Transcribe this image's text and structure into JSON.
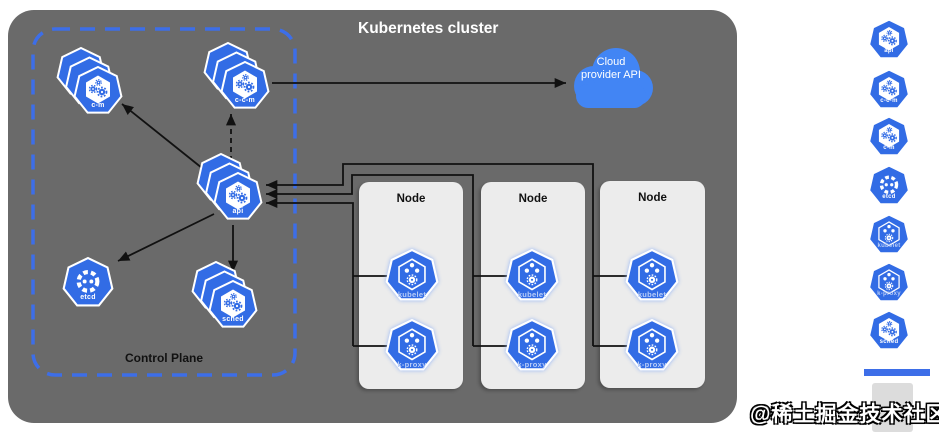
{
  "title": "Kubernetes cluster",
  "control_plane": {
    "label": "Control Plane",
    "components": [
      {
        "label": "c-m"
      },
      {
        "label": "c-c-m"
      },
      {
        "label": "api"
      },
      {
        "label": "etcd"
      },
      {
        "label": "sched"
      }
    ]
  },
  "cloud": {
    "label": "Cloud provider API"
  },
  "nodes": [
    {
      "label": "Node",
      "components": [
        {
          "label": "kubelet"
        },
        {
          "label": "k-proxy"
        }
      ]
    },
    {
      "label": "Node",
      "components": [
        {
          "label": "kubelet"
        },
        {
          "label": "k-proxy"
        }
      ]
    },
    {
      "label": "Node",
      "components": [
        {
          "label": "kubelet"
        },
        {
          "label": "k-proxy"
        }
      ]
    }
  ],
  "legend": {
    "items": [
      {
        "label": "api"
      },
      {
        "label": "c-c-m"
      },
      {
        "label": "c-m"
      },
      {
        "label": "etcd"
      },
      {
        "label": "kubelet"
      },
      {
        "label": "k-proxy"
      },
      {
        "label": "sched"
      }
    ]
  },
  "watermark": "@稀土掘金技术社区",
  "colors": {
    "kubernetes_blue": "#326ce5",
    "cloud_blue": "#4285f4",
    "control_plane_border_blue": "#3d6ee8",
    "cluster_gray": "#6a6a6a",
    "node_gray": "#ececec",
    "line_black": "#111111"
  }
}
